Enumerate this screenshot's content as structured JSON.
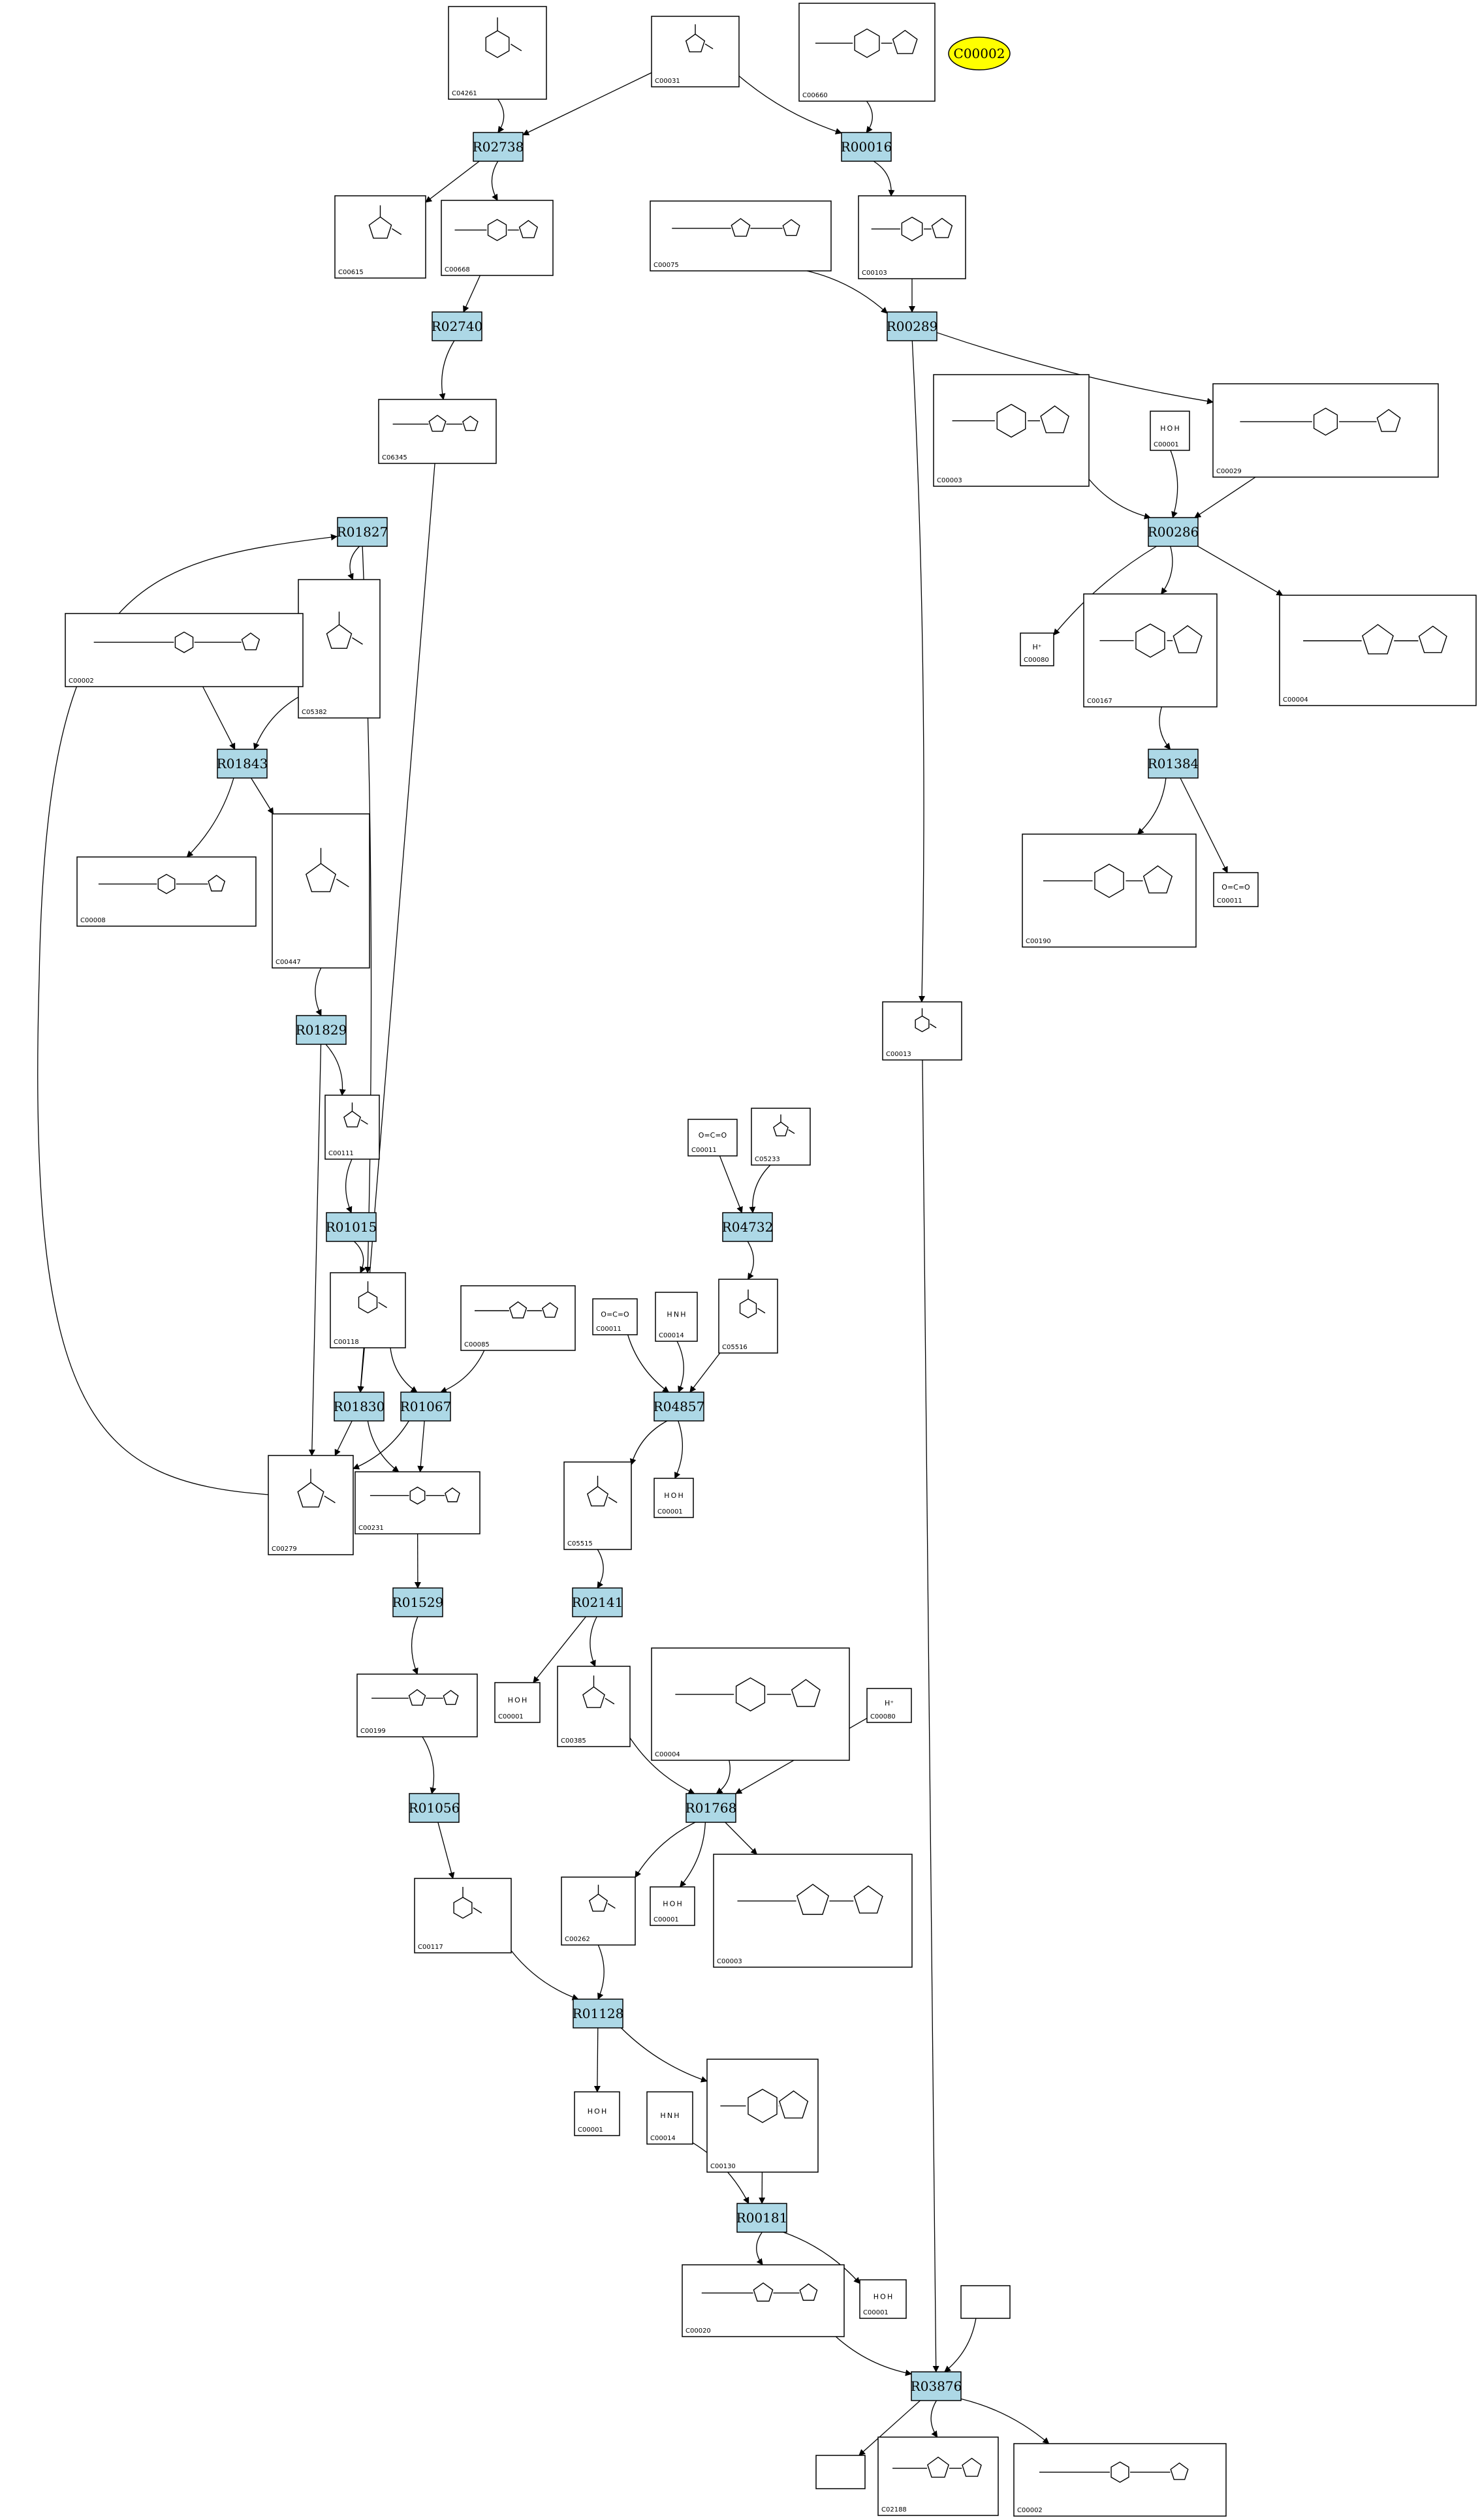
{
  "highlight": {
    "label": "C00002",
    "color": "#ffff00"
  },
  "reaction_color": "#add8e6",
  "reactions": [
    {
      "id": "R02738",
      "label": "R02738"
    },
    {
      "id": "R00016",
      "label": "R00016"
    },
    {
      "id": "R02740",
      "label": "R02740"
    },
    {
      "id": "R00289",
      "label": "R00289"
    },
    {
      "id": "R01827",
      "label": "R01827"
    },
    {
      "id": "R00286",
      "label": "R00286"
    },
    {
      "id": "R01843",
      "label": "R01843"
    },
    {
      "id": "R01384",
      "label": "R01384"
    },
    {
      "id": "R01829",
      "label": "R01829"
    },
    {
      "id": "R01015",
      "label": "R01015"
    },
    {
      "id": "R04732",
      "label": "R04732"
    },
    {
      "id": "R01830",
      "label": "R01830"
    },
    {
      "id": "R01067",
      "label": "R01067"
    },
    {
      "id": "R04857",
      "label": "R04857"
    },
    {
      "id": "R01529",
      "label": "R01529"
    },
    {
      "id": "R02141",
      "label": "R02141"
    },
    {
      "id": "R01056",
      "label": "R01056"
    },
    {
      "id": "R01768",
      "label": "R01768"
    },
    {
      "id": "R01128",
      "label": "R01128"
    },
    {
      "id": "R00181",
      "label": "R00181"
    },
    {
      "id": "R03876",
      "label": "R03876"
    }
  ],
  "compounds": [
    {
      "key": "c04261",
      "label": "C04261",
      "formula": ""
    },
    {
      "key": "c00031",
      "label": "C00031",
      "formula": ""
    },
    {
      "key": "c00660a",
      "label": "C00660",
      "formula": ""
    },
    {
      "key": "c00615",
      "label": "C00615",
      "formula": ""
    },
    {
      "key": "c00668",
      "label": "C00668",
      "formula": ""
    },
    {
      "key": "c00075",
      "label": "C00075",
      "formula": ""
    },
    {
      "key": "c00103",
      "label": "C00103",
      "formula": ""
    },
    {
      "key": "c06345",
      "label": "C06345",
      "formula": ""
    },
    {
      "key": "c00003a",
      "label": "C00003",
      "formula": ""
    },
    {
      "key": "c00001a",
      "label": "C00001",
      "formula": "H O H"
    },
    {
      "key": "c00029",
      "label": "C00029",
      "formula": ""
    },
    {
      "key": "c05382",
      "label": "C05382",
      "formula": ""
    },
    {
      "key": "c00002a",
      "label": "C00002",
      "formula": ""
    },
    {
      "key": "c00080a",
      "label": "C00080",
      "formula": "H⁺"
    },
    {
      "key": "c00167",
      "label": "C00167",
      "formula": ""
    },
    {
      "key": "c00004a",
      "label": "C00004",
      "formula": ""
    },
    {
      "key": "c00008",
      "label": "C00008",
      "formula": ""
    },
    {
      "key": "c00447",
      "label": "C00447",
      "formula": ""
    },
    {
      "key": "c00190",
      "label": "C00190",
      "formula": ""
    },
    {
      "key": "c00011a",
      "label": "C00011",
      "formula": "O=C=O"
    },
    {
      "key": "c00013",
      "label": "C00013",
      "formula": ""
    },
    {
      "key": "c00111",
      "label": "C00111",
      "formula": ""
    },
    {
      "key": "c00011b",
      "label": "C00011",
      "formula": "O=C=O"
    },
    {
      "key": "c05233",
      "label": "C05233",
      "formula": ""
    },
    {
      "key": "c00118",
      "label": "C00118",
      "formula": ""
    },
    {
      "key": "c00085",
      "label": "C00085",
      "formula": ""
    },
    {
      "key": "c00011c",
      "label": "C00011",
      "formula": "O=C=O"
    },
    {
      "key": "c00014a",
      "label": "C00014",
      "formula": "H N H"
    },
    {
      "key": "c05516",
      "label": "C05516",
      "formula": ""
    },
    {
      "key": "c00279",
      "label": "C00279",
      "formula": ""
    },
    {
      "key": "c00231",
      "label": "C00231",
      "formula": ""
    },
    {
      "key": "c05515",
      "label": "C05515",
      "formula": ""
    },
    {
      "key": "c00001b",
      "label": "C00001",
      "formula": "H O H"
    },
    {
      "key": "c00199",
      "label": "C00199",
      "formula": ""
    },
    {
      "key": "c00001c",
      "label": "C00001",
      "formula": "H O H"
    },
    {
      "key": "c00385",
      "label": "C00385",
      "formula": ""
    },
    {
      "key": "c00004b",
      "label": "C00004",
      "formula": ""
    },
    {
      "key": "c00080b",
      "label": "C00080",
      "formula": "H⁺"
    },
    {
      "key": "c00117",
      "label": "C00117",
      "formula": ""
    },
    {
      "key": "c00262",
      "label": "C00262",
      "formula": ""
    },
    {
      "key": "c00001d",
      "label": "C00001",
      "formula": "H O H"
    },
    {
      "key": "c00003b",
      "label": "C00003",
      "formula": ""
    },
    {
      "key": "c00001e",
      "label": "C00001",
      "formula": "H O H"
    },
    {
      "key": "c00014b",
      "label": "C00014",
      "formula": "H N H"
    },
    {
      "key": "c00130",
      "label": "C00130",
      "formula": ""
    },
    {
      "key": "c00020",
      "label": "C00020",
      "formula": ""
    },
    {
      "key": "c00001f",
      "label": "C00001",
      "formula": "H O H"
    },
    {
      "key": "blank1",
      "label": "",
      "formula": ""
    },
    {
      "key": "blank2",
      "label": "",
      "formula": ""
    },
    {
      "key": "c02188",
      "label": "C02188",
      "formula": ""
    },
    {
      "key": "c00002b",
      "label": "C00002",
      "formula": ""
    }
  ]
}
